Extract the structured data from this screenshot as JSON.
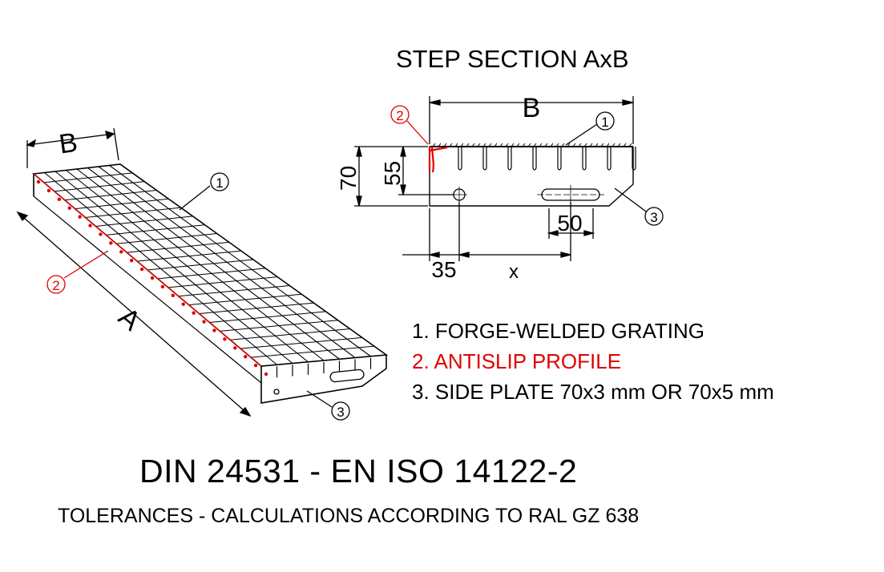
{
  "section_title": "STEP SECTION  AxB",
  "perspective": {
    "dim_B": "B",
    "dim_A": "A",
    "callouts": [
      "1",
      "2",
      "3"
    ]
  },
  "section": {
    "dim_B": "B",
    "dim_70": "70",
    "dim_55": "55",
    "dim_50": "50",
    "dim_35": "35",
    "dim_x": "x",
    "callouts": [
      "1",
      "2",
      "3"
    ]
  },
  "legend": [
    "1. FORGE-WELDED GRATING",
    "2. ANTISLIP PROFILE",
    "3. SIDE PLATE 70x3 mm OR 70x5 mm"
  ],
  "standard": "DIN  24531  -  EN  ISO  14122-2",
  "tolerances": "TOLERANCES - CALCULATIONS ACCORDING TO RAL GZ 638",
  "colors": {
    "line": "#000000",
    "antislip": "#e00000"
  }
}
